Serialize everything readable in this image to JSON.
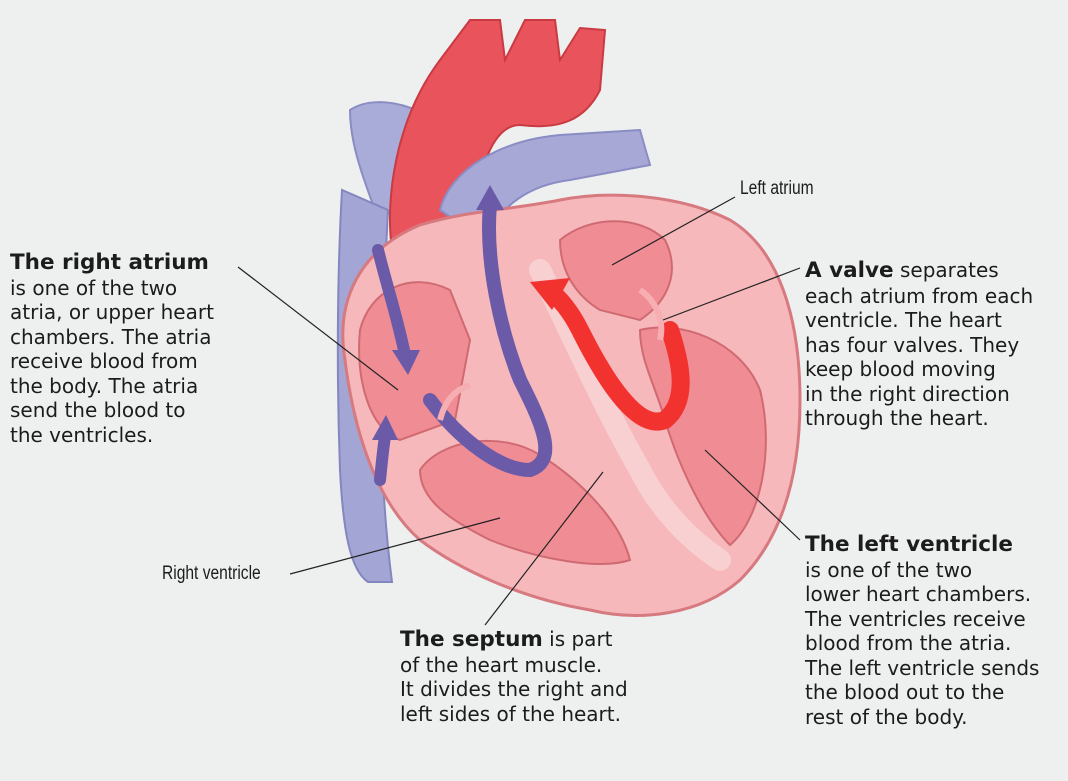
{
  "labels": {
    "left_atrium": "Left atrium",
    "right_ventricle": "Right ventricle"
  },
  "callouts": {
    "right_atrium": {
      "title": "The right atrium",
      "lines": [
        "is one of the two",
        "atria, or upper heart",
        "chambers. The atria",
        "receive blood from",
        "the body. The atria",
        "send the blood to",
        "the ventricles."
      ]
    },
    "valve": {
      "title": "A valve",
      "title_rest": " separates",
      "lines": [
        "each atrium from each",
        "ventricle. The heart",
        "has four valves. They",
        "keep blood moving",
        "in the right direction",
        "through the heart."
      ]
    },
    "left_ventricle": {
      "title": "The left ventricle",
      "lines": [
        "is one of the two",
        "lower heart chambers.",
        "The ventricles receive",
        "blood from the atria.",
        "The left ventricle sends",
        "the blood out to the",
        "rest of the body."
      ]
    },
    "septum": {
      "title": "The septum",
      "title_rest": " is part",
      "lines": [
        "of the heart muscle.",
        "It divides the right and",
        "left sides of the heart."
      ]
    }
  },
  "colors": {
    "oxygenated": "#e8454b",
    "deoxygenated": "#8d8fc6",
    "chamber": "#f29aa0",
    "muscle": "#f7c8c9",
    "flow_red": "#f2322f",
    "flow_blue": "#6a5aa8"
  }
}
